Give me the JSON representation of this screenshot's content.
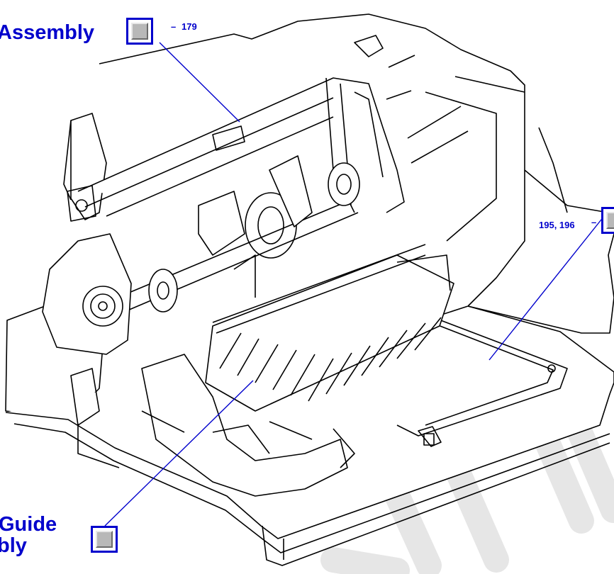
{
  "callouts": {
    "top": {
      "label": "Assembly",
      "ref": "179"
    },
    "right": {
      "ref": "195, 196"
    },
    "bottom": {
      "label_line1": "Guide",
      "label_line2": "bly"
    }
  },
  "colors": {
    "callout": "#0000cc",
    "button_face": "#b8b8b8",
    "line_art": "#000000",
    "watermark": "#e6e6e6"
  },
  "icons": {
    "callout_button": "square-button-icon"
  }
}
